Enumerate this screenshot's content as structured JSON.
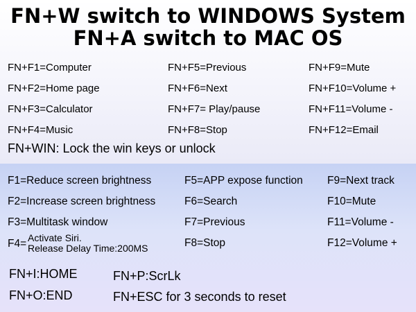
{
  "titles": {
    "line1": "FN+W switch to WINDOWS System",
    "line2": "FN+A switch to MAC OS"
  },
  "windows": {
    "col1": [
      "FN+F1=Computer",
      "FN+F2=Home page",
      "FN+F3=Calculator",
      "FN+F4=Music"
    ],
    "col2": [
      "FN+F5=Previous",
      "FN+F6=Next",
      "FN+F7= Play/pause",
      "FN+F8=Stop"
    ],
    "col3": [
      "FN+F9=Mute",
      "FN+F10=Volume +",
      "FN+F11=Volume -",
      "FN+F12=Email"
    ],
    "win_lock": "FN+WIN: Lock the win keys or unlock"
  },
  "mac": {
    "col1": [
      "F1=Reduce screen brightness",
      "F2=Increase screen brightness",
      "F3=Multitask window"
    ],
    "f4_prefix": "F4=",
    "f4_lines": [
      "Activate Siri.",
      "Release Delay Time:200MS"
    ],
    "col2": [
      "F5=APP expose function",
      "F6=Search",
      "F7=Previous",
      "F8=Stop"
    ],
    "col3": [
      "F9=Next track",
      "F10=Mute",
      "F11=Volume -",
      "F12=Volume +"
    ]
  },
  "extra": {
    "home": "FN+I:HOME",
    "end": "FN+O:END",
    "scrlk": "FN+P:ScrLk",
    "reset": "FN+ESC for 3 seconds to reset"
  }
}
